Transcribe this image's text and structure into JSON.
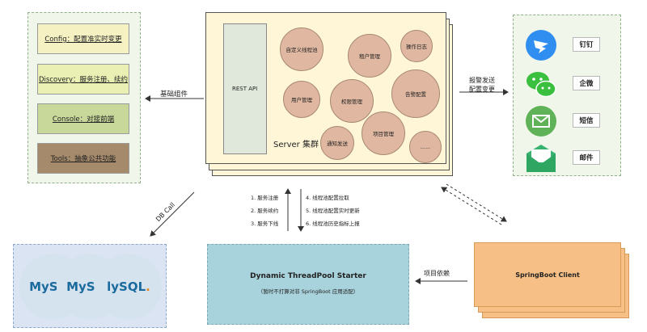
{
  "components": {
    "config": "Config：配置准实时变更",
    "discovery": "Discovery：服务注册、续约",
    "console": "Console：对接前端",
    "tools": "Tools：抽象公共功能"
  },
  "server": {
    "rest_api": "REST API",
    "cluster_label": "Server 集群",
    "modules": {
      "custom_pool": "自定义线程池",
      "tenant": "租户管理",
      "oplog": "操作日志",
      "user": "用户管理",
      "permission": "权限管理",
      "alarm_config": "告警配置",
      "notify": "通知发送",
      "project": "项目管理",
      "more": "......"
    }
  },
  "arrows": {
    "basic_components": "基础组件",
    "alarm_send_line1": "报警发送",
    "alarm_send_line2": "配置变更",
    "db_call": "DB Call",
    "project_dep": "项目依赖"
  },
  "flows": {
    "left": [
      "1. 服务注册",
      "2. 服务续约",
      "3. 服务下线"
    ],
    "right": [
      "4. 线程池配置拉取",
      "5. 线程池配置实时更新",
      "6. 线程池历史指标上报"
    ]
  },
  "notifications": {
    "dingtalk": "钉钉",
    "wecom": "企微",
    "sms": "短信",
    "email": "邮件"
  },
  "mysql": {
    "logo1_my": "MySQ",
    "logo1_sql": "L",
    "logo2_my": "MySQL",
    "logo2_sql": "",
    "logo3_my": "lySQL",
    "logo3_sql": "."
  },
  "starter": {
    "title": "Dynamic ThreadPool Starter",
    "subtitle": "（暂时不打算对非 SpringBoot 应用适配）"
  },
  "client": {
    "label": "SpringBoot Client"
  },
  "colors": {
    "config_fill": "#f5f1c2",
    "discovery_fill": "#eaf0b4",
    "console_fill": "#c8d89a",
    "tools_fill": "#a58a6c",
    "server_fill": "#fff6d8",
    "module_fill": "#e0b8a1",
    "starter_fill": "#a9d3dc",
    "client_fill": "#f6bf85",
    "panel_fill": "#f1f7ec",
    "mysql_panel_fill": "#dbe4f3"
  },
  "icons": [
    "dingtalk-icon",
    "wechat-icon",
    "sms-icon",
    "email-icon",
    "mysql-dolphin-icon"
  ]
}
